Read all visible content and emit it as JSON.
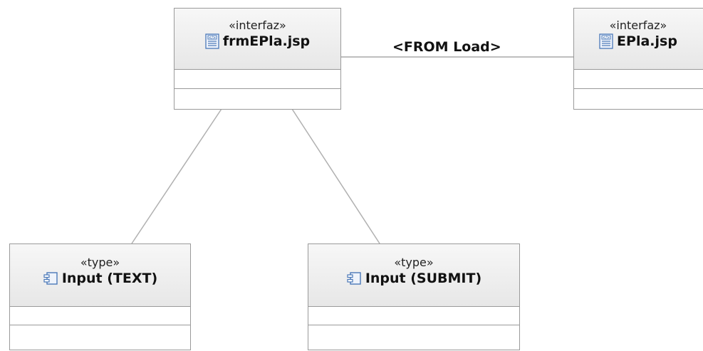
{
  "nodes": {
    "frm": {
      "stereotype": "«interfaz»",
      "name": "frmEPla.jsp",
      "icon": "jsp-page-icon"
    },
    "epla": {
      "stereotype": "«interfaz»",
      "name": "EPla.jsp",
      "icon": "jsp-page-icon"
    },
    "text": {
      "stereotype": "«type»",
      "name": "Input (TEXT)",
      "icon": "component-icon"
    },
    "submit": {
      "stereotype": "«type»",
      "name": "Input (SUBMIT)",
      "icon": "component-icon"
    }
  },
  "connections": {
    "load": {
      "label": "<FROM Load>"
    }
  },
  "colors": {
    "border": "#9a9a9a",
    "line": "#b0b0b0",
    "icon": "#4a78b8"
  }
}
